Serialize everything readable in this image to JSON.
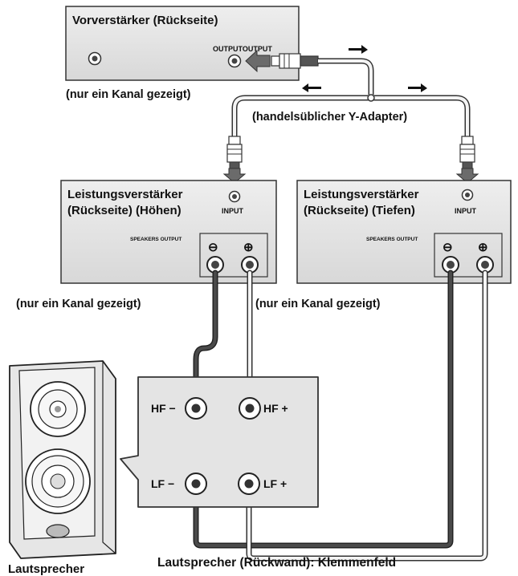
{
  "preamp": {
    "title": "Vorverstärker (Rückseite)",
    "output_label": "OUTPUTOUTPUT",
    "note": "(nur ein Kanal gezeigt)"
  },
  "adapter_label": "(handelsüblicher Y-Adapter)",
  "amp_high": {
    "title_line1": "Leistungsverstärker",
    "title_line2": "(Rückseite) (Höhen)",
    "input_label": "INPUT",
    "speakers_output_label": "SPEAKERS OUTPUT",
    "minus": "⊖",
    "plus": "⊕",
    "note": "(nur ein Kanal gezeigt)"
  },
  "amp_low": {
    "title_line1": "Leistungsverstärker",
    "title_line2": "(Rückseite) (Tiefen)",
    "input_label": "INPUT",
    "speakers_output_label": "SPEAKERS OUTPUT",
    "minus": "⊖",
    "plus": "⊕",
    "note": "(nur ein Kanal gezeigt)"
  },
  "terminal_panel": {
    "hf_minus": "HF −",
    "hf_plus": "HF +",
    "lf_minus": "LF −",
    "lf_plus": "LF +",
    "caption": "Lautsprecher (Rückwand): Klemmenfeld"
  },
  "speaker_caption": "Lautsprecher",
  "colors": {
    "panel_fill": "#e4e4e4",
    "panel_stroke": "#333333",
    "dark_cable": "#3a3a3a",
    "light_cable": "#f4f4f4",
    "arrow_fill": "#6b6b6b"
  }
}
